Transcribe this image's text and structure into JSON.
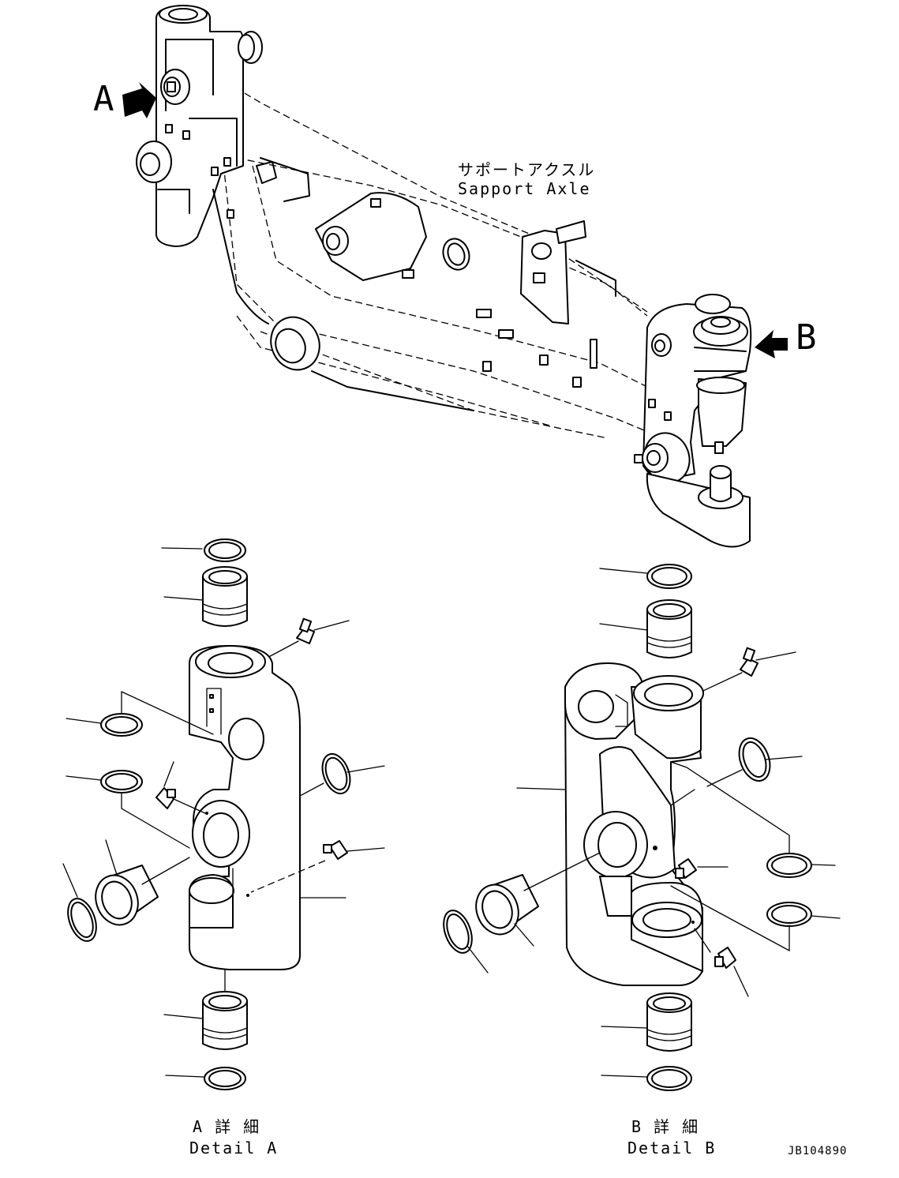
{
  "callouts": {
    "view_a_letter": "A",
    "view_b_letter": "B"
  },
  "support_axle": {
    "label_jp": "サポートアクスル",
    "label_en": "Sapport Axle"
  },
  "detail_a": {
    "label_jp": "A 詳 細",
    "label_en": "Detail A"
  },
  "detail_b": {
    "label_jp": "B 詳 細",
    "label_en": "Detail B"
  },
  "drawing_number": "JB104890"
}
